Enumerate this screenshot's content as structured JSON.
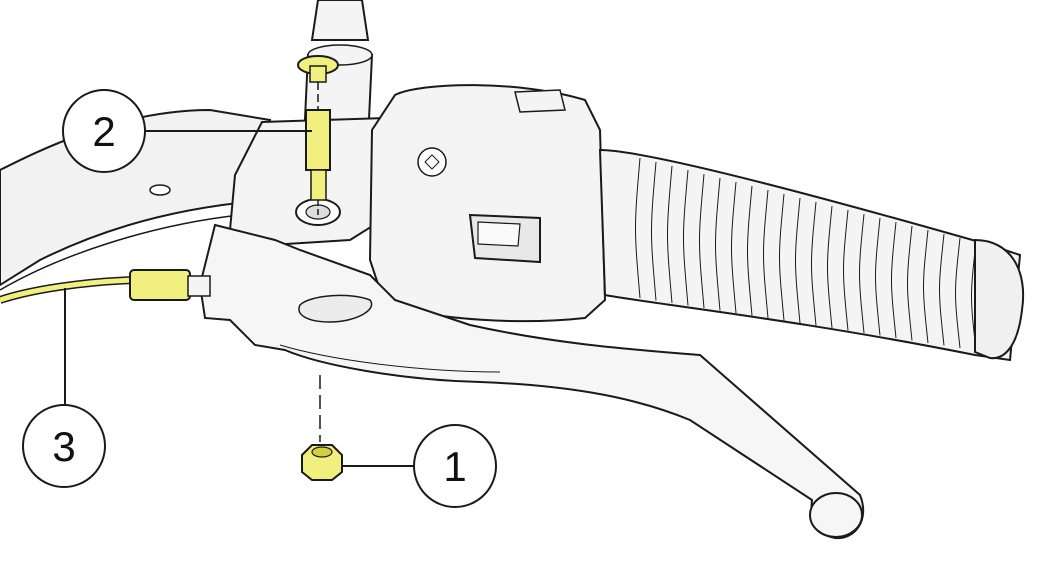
{
  "diagram": {
    "callouts": [
      {
        "number": "1",
        "part": "lever-nut"
      },
      {
        "number": "2",
        "part": "lever-pivot-bolt"
      },
      {
        "number": "3",
        "part": "clutch-cable"
      }
    ],
    "colors": {
      "highlight": "#f1ef7e",
      "highlight_dark": "#d2cf45",
      "body": "#f4f4f4",
      "outline": "#1a1a1a"
    }
  }
}
